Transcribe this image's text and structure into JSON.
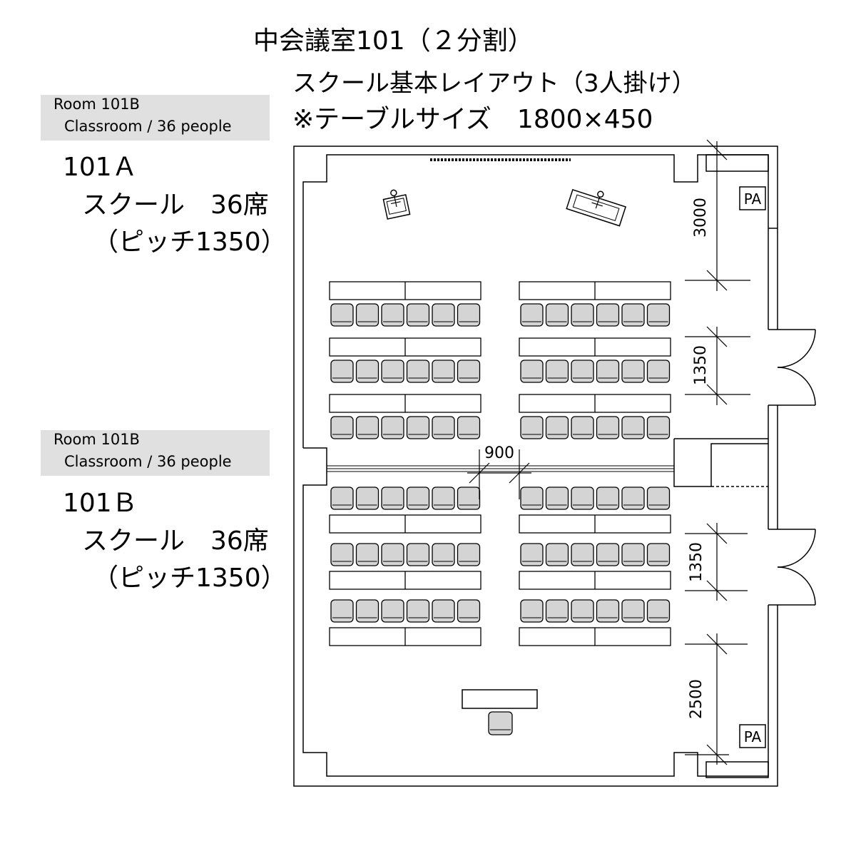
{
  "header": {
    "title": "中会議室101（２分割）",
    "subtitle": "スクール基本レイアウト（3人掛け）",
    "table_size": "※テーブルサイズ　1800×450"
  },
  "rooms": [
    {
      "badge_line1": "Room 101B",
      "badge_line2": "Classroom / 36 people",
      "name": "101Ａ",
      "layout": "スクール　36席",
      "pitch": "（ピッチ1350）"
    },
    {
      "badge_line1": "Room 101B",
      "badge_line2": "Classroom / 36 people",
      "name": "101Ｂ",
      "layout": "スクール　36席",
      "pitch": "（ピッチ1350）"
    }
  ],
  "plan": {
    "pa_labels": [
      "PA",
      "PA"
    ],
    "dimensions": {
      "front": "3000",
      "pitch_a": "1350",
      "aisle": "900",
      "pitch_b": "1350",
      "rear": "2500"
    }
  },
  "colors": {
    "line": "#000000",
    "chair_fill": "#d4d4d4",
    "badge_bg": "#e0e0e0"
  }
}
